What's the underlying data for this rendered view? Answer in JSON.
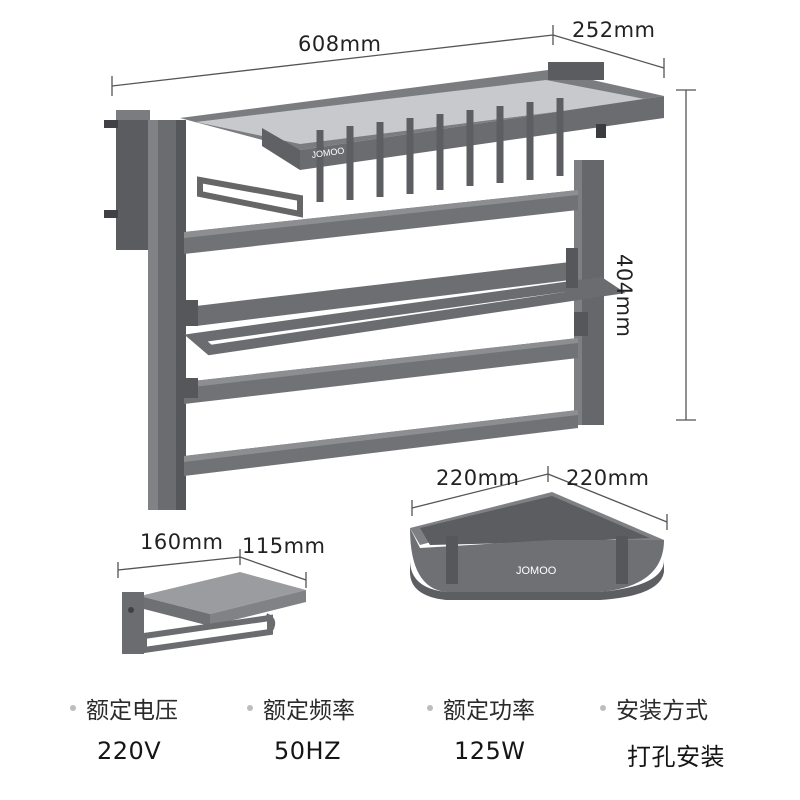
{
  "dimensions": {
    "main_width": "608mm",
    "main_depth": "252mm",
    "main_height": "404mm",
    "holder_width": "160mm",
    "holder_depth": "115mm",
    "corner_side_a": "220mm",
    "corner_side_b": "220mm"
  },
  "brand": {
    "logo_text": "JOMOO"
  },
  "specs": [
    {
      "label": "额定电压",
      "value": "220V"
    },
    {
      "label": "额定频率",
      "value": "50HZ"
    },
    {
      "label": "额定功率",
      "value": "125W"
    },
    {
      "label": "安装方式",
      "value": "打孔安装"
    }
  ],
  "colors": {
    "metal": "#6e7074",
    "metal_dark": "#4f5155",
    "metal_light": "#8a8c90",
    "dim_line": "#555555"
  }
}
